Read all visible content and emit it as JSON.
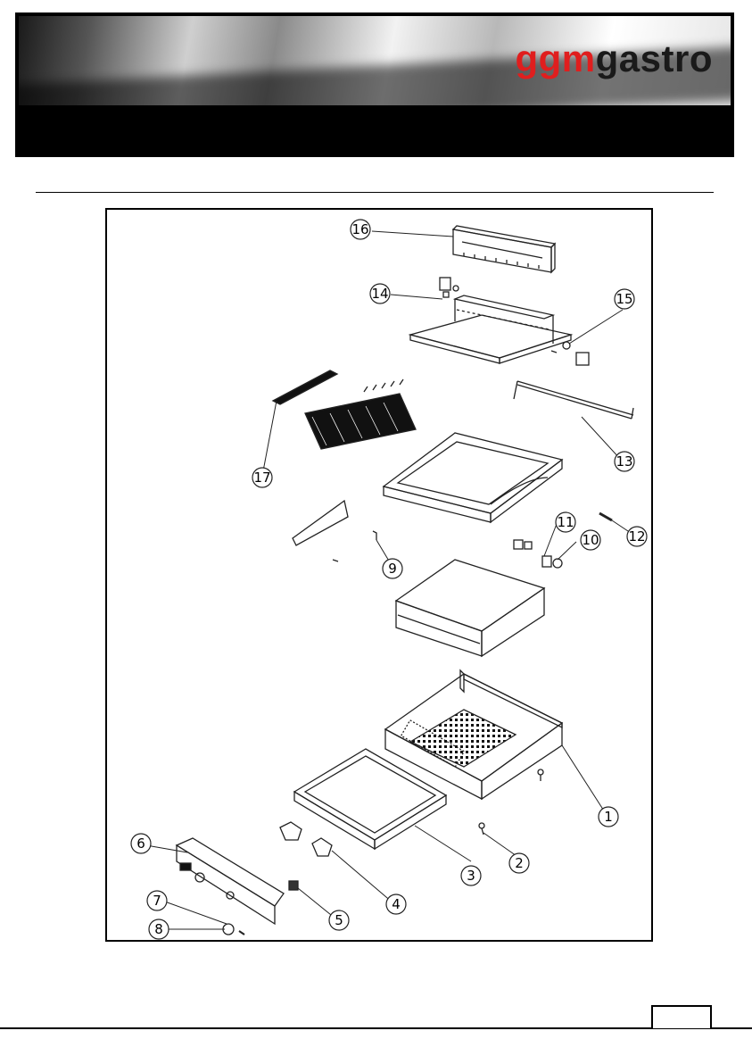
{
  "brand": {
    "name_part1": "ggm",
    "name_part2": "gastro",
    "color_red": "#e01e1e",
    "color_dark": "#1a1a1a"
  },
  "diagram": {
    "callouts": [
      {
        "id": "1",
        "label": "1"
      },
      {
        "id": "2",
        "label": "2"
      },
      {
        "id": "3",
        "label": "3"
      },
      {
        "id": "4",
        "label": "4"
      },
      {
        "id": "5",
        "label": "5"
      },
      {
        "id": "6",
        "label": "6"
      },
      {
        "id": "7",
        "label": "7"
      },
      {
        "id": "8",
        "label": "8"
      },
      {
        "id": "9",
        "label": "9"
      },
      {
        "id": "10",
        "label": "10"
      },
      {
        "id": "11",
        "label": "11"
      },
      {
        "id": "12",
        "label": "12"
      },
      {
        "id": "13",
        "label": "13"
      },
      {
        "id": "14",
        "label": "14"
      },
      {
        "id": "15",
        "label": "15"
      },
      {
        "id": "16",
        "label": "16"
      },
      {
        "id": "17",
        "label": "17"
      }
    ]
  },
  "footer": {
    "page_number": ""
  }
}
